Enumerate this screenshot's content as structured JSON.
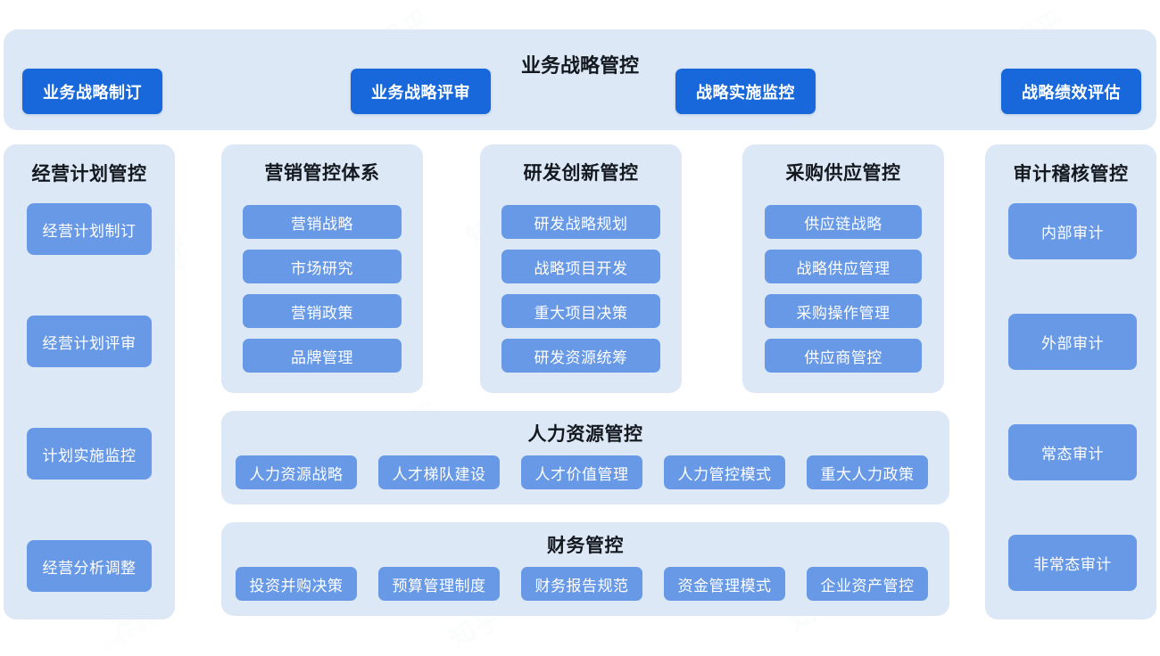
{
  "theme": {
    "page_background": "#ffffff",
    "card_background": "#dce8f6",
    "primary_button": "#1868dc",
    "secondary_button": "#6899e6",
    "title_color": "#14181f",
    "button_text_color": "#ffffff"
  },
  "watermark": {
    "text": "知乎",
    "subtext": "@经论咨询"
  },
  "banner": {
    "title": "业务战略管控",
    "buttons": [
      {
        "label": "业务战略制订"
      },
      {
        "label": "业务战略评审"
      },
      {
        "label": "战略实施监控"
      },
      {
        "label": "战略绩效评估"
      }
    ]
  },
  "columns": {
    "plan": {
      "title": "经营计划管控",
      "items": [
        {
          "label": "经营计划制订"
        },
        {
          "label": "经营计划评审"
        },
        {
          "label": "计划实施监控"
        },
        {
          "label": "经营分析调整"
        }
      ]
    },
    "marketing": {
      "title": "营销管控体系",
      "items": [
        {
          "label": "营销战略"
        },
        {
          "label": "市场研究"
        },
        {
          "label": "营销政策"
        },
        {
          "label": "品牌管理"
        }
      ]
    },
    "rnd": {
      "title": "研发创新管控",
      "items": [
        {
          "label": "研发战略规划"
        },
        {
          "label": "战略项目开发"
        },
        {
          "label": "重大项目决策"
        },
        {
          "label": "研发资源统筹"
        }
      ]
    },
    "purchase": {
      "title": "采购供应管控",
      "items": [
        {
          "label": "供应链战略"
        },
        {
          "label": "战略供应管理"
        },
        {
          "label": "采购操作管理"
        },
        {
          "label": "供应商管控"
        }
      ]
    },
    "audit": {
      "title": "审计稽核管控",
      "items": [
        {
          "label": "内部审计"
        },
        {
          "label": "外部审计"
        },
        {
          "label": "常态审计"
        },
        {
          "label": "非常态审计"
        }
      ]
    }
  },
  "rows": {
    "hr": {
      "title": "人力资源管控",
      "items": [
        {
          "label": "人力资源战略"
        },
        {
          "label": "人才梯队建设"
        },
        {
          "label": "人才价值管理"
        },
        {
          "label": "人力管控模式"
        },
        {
          "label": "重大人力政策"
        }
      ]
    },
    "finance": {
      "title": "财务管控",
      "items": [
        {
          "label": "投资并购决策"
        },
        {
          "label": "预算管理制度"
        },
        {
          "label": "财务报告规范"
        },
        {
          "label": "资金管理模式"
        },
        {
          "label": "企业资产管控"
        }
      ]
    }
  }
}
